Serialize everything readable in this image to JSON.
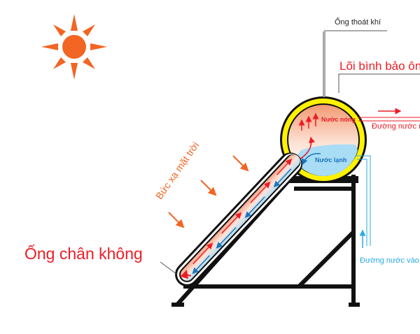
{
  "labels": {
    "vent_pipe": "Ống thoát khí",
    "tank_core": "Lõi bình bảo ôn",
    "hot_water": "Nước nóng",
    "outlet": "Đường nước ra",
    "cold_water": "Nước lạnh",
    "inlet": "Đường nước vào",
    "solar_radiation": "Bức xạ mặt trời",
    "vacuum_tube": "Ống chân không"
  },
  "colors": {
    "sun": "#f26522",
    "hot": "#ee1c25",
    "cold": "#1b75bc",
    "inlet": "#29abe2",
    "tank_ring": "#fff200",
    "stand": "#111111"
  }
}
